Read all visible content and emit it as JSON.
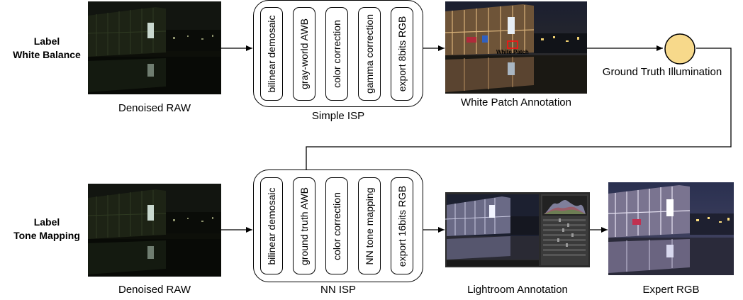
{
  "rows": {
    "white_balance": {
      "label_line1": "Label",
      "label_line2": "White Balance",
      "raw_caption": "Denoised RAW",
      "isp_caption": "Simple ISP",
      "isp_steps": [
        "bilinear demosaic",
        "gray-world AWB",
        "color correction",
        "gamma correction",
        "export 8bits RGB"
      ],
      "annotation_caption": "White Patch Annotation",
      "patch_label": "White Patch",
      "output_caption": "Ground Truth Illumination",
      "output_color": "#f7d98b"
    },
    "tone_mapping": {
      "label_line1": "Label",
      "label_line2": "Tone Mapping",
      "raw_caption": "Denoised RAW",
      "isp_caption": "NN ISP",
      "isp_steps": [
        "bilinear demosaic",
        "ground truth AWB",
        "color correction",
        "NN tone mapping",
        "export 16bits RGB"
      ],
      "annotation_caption": "Lightroom Annotation",
      "output_caption": "Expert RGB"
    }
  }
}
